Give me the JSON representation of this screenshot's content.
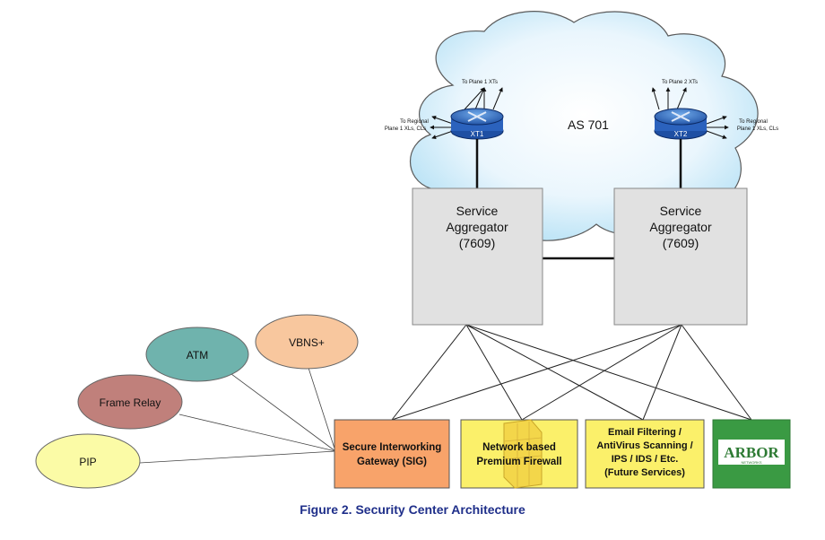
{
  "cloud": {
    "label": "AS 701"
  },
  "routers": [
    {
      "name": "XT1",
      "up_label": "To Plane 1 XTs",
      "side_label_1": "To Regional",
      "side_label_2": "Plane 1 XLs, CLs"
    },
    {
      "name": "XT2",
      "up_label": "To Plane 2 XTs",
      "side_label_1": "To Regional",
      "side_label_2": "Plane 1 XLs, CLs"
    }
  ],
  "aggregators": [
    {
      "line1": "Service",
      "line2": "Aggregator",
      "line3": "(7609)"
    },
    {
      "line1": "Service",
      "line2": "Aggregator",
      "line3": "(7609)"
    }
  ],
  "access": [
    {
      "label": "ATM",
      "color": "#6fb3ad"
    },
    {
      "label": "VBNS+",
      "color": "#f8c79e"
    },
    {
      "label": "Frame Relay",
      "color": "#c0807b"
    },
    {
      "label": "PIP",
      "color": "#fbfba6"
    }
  ],
  "services": [
    {
      "line1": "Secure Interworking",
      "line2": "Gateway (SIG)",
      "color": "#f8a36a"
    },
    {
      "line1": "Network based",
      "line2": "Premium Firewall",
      "color": "#fbf06a"
    },
    {
      "line1": "Email Filtering /",
      "line2": "AntiVirus Scanning /",
      "line3": "IPS / IDS / Etc.",
      "line4": "(Future Services)",
      "color": "#fbf06a"
    },
    {
      "logo": "ARBOR",
      "logo_sub": "NETWORKS",
      "color": "#3a9a43"
    }
  ],
  "caption": "Figure 2. Security Center Architecture"
}
